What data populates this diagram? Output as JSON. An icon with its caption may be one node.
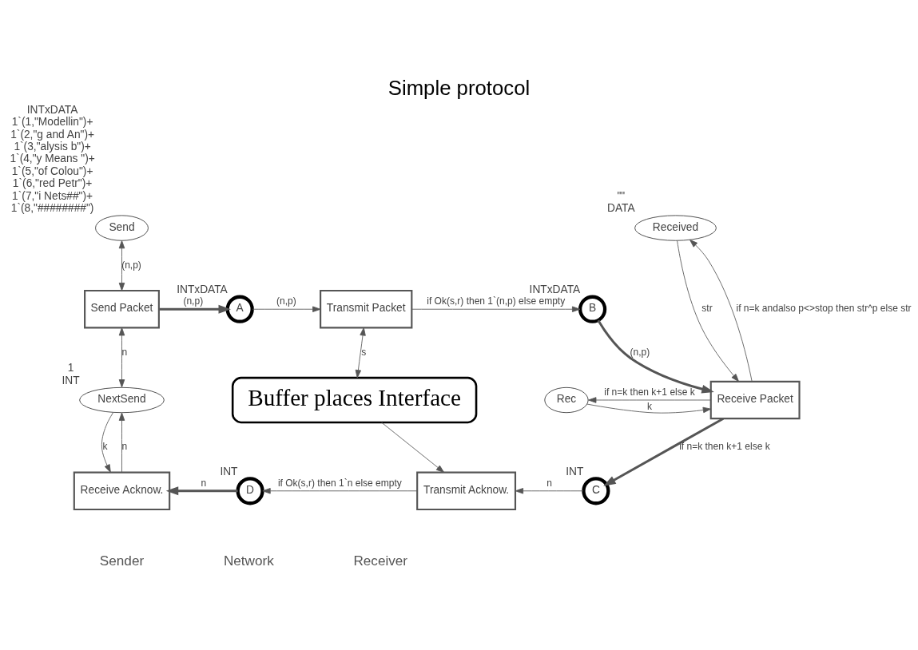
{
  "diagram": {
    "title": "Simple protocol",
    "nodes": [
      {
        "text": [
          "Send"
        ],
        "beside": [
          "INTxDATA",
          "1`(1,\"Modellin\")+",
          "1`(2,\"g and An\")+",
          "1`(3,\"alysis b\")+",
          "1`(4,\"y Means \")+",
          "1`(5,\"of Colou\")+",
          "1`(6,\"red Petr\")+",
          "1`(7,\"i Nets##\")+",
          "1`(8,\"########\")"
        ]
      },
      {
        "text": [
          "Send Packet"
        ]
      },
      {
        "text": [
          "A"
        ],
        "beside": [
          "INTxDATA"
        ]
      },
      {
        "text": [
          "Transmit Packet"
        ]
      },
      {
        "text": [
          "B"
        ],
        "beside": [
          "INTxDATA"
        ]
      },
      {
        "text": [
          "Received"
        ],
        "beside": [
          "\"\"",
          "DATA"
        ]
      },
      {
        "text": [
          "NextSend"
        ],
        "beside": [
          "1",
          "INT"
        ]
      },
      {
        "text": [
          "Buffer places Interface"
        ]
      },
      {
        "text": [
          "Rec"
        ]
      },
      {
        "text": [
          "Receive Packet"
        ]
      },
      {
        "text": [
          "Receive Acknow."
        ]
      },
      {
        "text": [
          "D"
        ],
        "beside": [
          "INT"
        ]
      },
      {
        "text": [
          "Transmit Acknow."
        ]
      },
      {
        "text": [
          "C"
        ],
        "beside": [
          "INT"
        ]
      }
    ],
    "edges": [
      {
        "from": 0,
        "to": 1,
        "arrow": "both",
        "label": "(n,p)"
      },
      {
        "from": 1,
        "to": 2,
        "arrow": "to",
        "label": "(n,p)",
        "style": "thick"
      },
      {
        "from": 2,
        "to": 3,
        "arrow": "to",
        "label": "(n,p)"
      },
      {
        "from": 3,
        "to": 4,
        "arrow": "to",
        "label": "if Ok(s,r) then 1`(n,p) else empty"
      },
      {
        "from": 4,
        "to": 9,
        "arrow": "to",
        "label": "(n,p)",
        "style": "thick"
      },
      {
        "from": 5,
        "to": 9,
        "arrow": "to",
        "label": "str"
      },
      {
        "from": 9,
        "to": 5,
        "arrow": "to",
        "label": "if n=k andalso p<>stop then str^p else str"
      },
      {
        "from": 1,
        "to": 6,
        "arrow": "both",
        "label": "n"
      },
      {
        "from": 3,
        "to": 7,
        "arrow": "both",
        "label": "s"
      },
      {
        "from": 8,
        "to": 9,
        "arrow": "to",
        "label": "k"
      },
      {
        "from": 9,
        "to": 8,
        "arrow": "to",
        "label": "if n=k then k+1 else k"
      },
      {
        "from": 9,
        "to": 13,
        "arrow": "to",
        "label": "if n=k then k+1 else k",
        "style": "thick"
      },
      {
        "from": 6,
        "to": 10,
        "arrow": "to",
        "label": "k"
      },
      {
        "from": 10,
        "to": 6,
        "arrow": "to",
        "label": "n"
      },
      {
        "from": 7,
        "to": 12,
        "arrow": "to"
      },
      {
        "from": 13,
        "to": 12,
        "arrow": "to",
        "label": "n"
      },
      {
        "from": 12,
        "to": 11,
        "arrow": "to",
        "label": "if Ok(s,r) then 1`n else empty"
      },
      {
        "from": 11,
        "to": 10,
        "arrow": "to",
        "label": "n",
        "style": "thick"
      }
    ],
    "labels": [
      "Sender",
      "Network",
      "Receiver"
    ]
  }
}
